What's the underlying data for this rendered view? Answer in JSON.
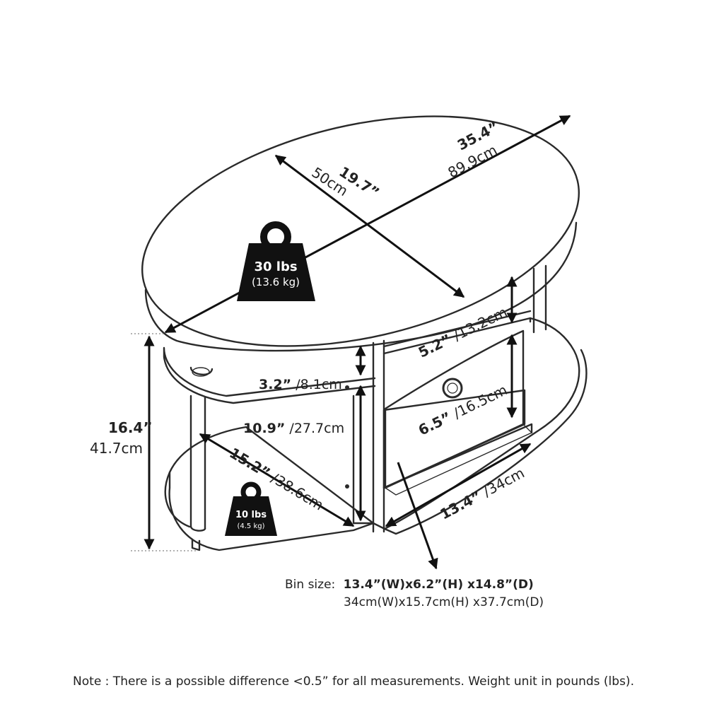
{
  "dimensions": {
    "top_length": {
      "imperial": "35.4”",
      "metric": "89.9cm"
    },
    "top_depth": {
      "imperial": "19.7”",
      "metric": "50cm"
    },
    "total_height": {
      "imperial": "16.4”",
      "metric": "41.7cm"
    },
    "upper_opening_height": {
      "imperial": "5.2”",
      "metric": "/13.2cm"
    },
    "bin_height": {
      "imperial": "6.5”",
      "metric": "/16.5cm"
    },
    "bin_width": {
      "imperial": "13.4”",
      "metric": "/34cm"
    },
    "side_shelf_height": {
      "imperial": "3.2”",
      "metric": "/8.1cm"
    },
    "lower_shelf_height": {
      "imperial": "10.9”",
      "metric": "/27.7cm"
    },
    "bottom_depth": {
      "imperial": "15.2”",
      "metric": "/38.6cm"
    }
  },
  "weights": {
    "top": {
      "primary": "30 lbs",
      "secondary": "(13.6 kg)"
    },
    "bottom": {
      "primary": "10 lbs",
      "secondary": "(4.5 kg)"
    }
  },
  "bin_size": {
    "label": "Bin size:",
    "imperial": "13.4”(W)x6.2”(H) x14.8”(D)",
    "metric": "34cm(W)x15.7cm(H) x37.7cm(D)"
  },
  "note": "Note : There is a possible difference <0.5” for all measurements. Weight unit in pounds (lbs)."
}
